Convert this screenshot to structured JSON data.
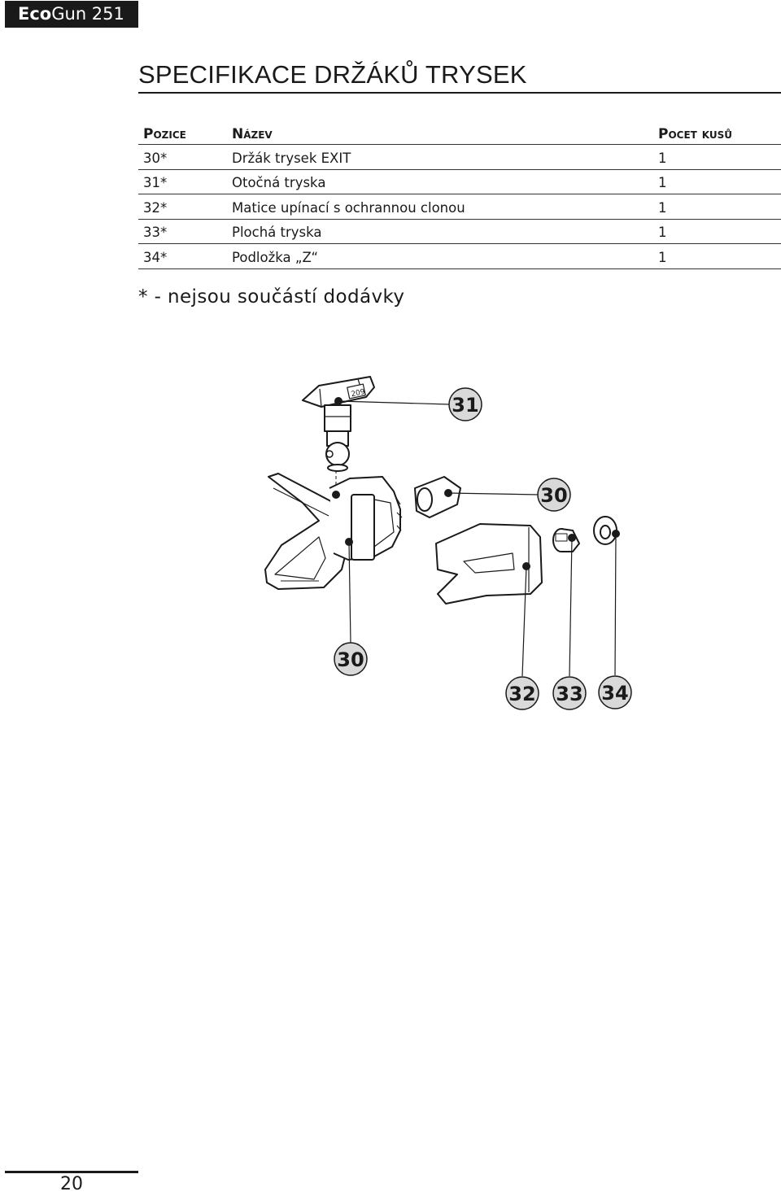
{
  "header": {
    "brand_bold": "Eco",
    "brand_rest": "Gun 251"
  },
  "title": "SPECIFIKACE DRŽÁKŮ TRYSEK",
  "table": {
    "columns": [
      "Pozice",
      "Název",
      "Pocet kusů"
    ],
    "rows": [
      [
        "30*",
        "Držák trysek EXIT",
        "1"
      ],
      [
        "31*",
        "Otočná tryska",
        "1"
      ],
      [
        "32*",
        "Matice upínací s ochrannou clonou",
        "1"
      ],
      [
        "33*",
        "Plochá tryska",
        "1"
      ],
      [
        "34*",
        "Podložka „Z“",
        "1"
      ]
    ]
  },
  "note": "* - nejsou součástí dodávky",
  "callouts": [
    "31",
    "30",
    "30",
    "32",
    "33",
    "34"
  ],
  "tip_label": "209",
  "page_number": "20"
}
